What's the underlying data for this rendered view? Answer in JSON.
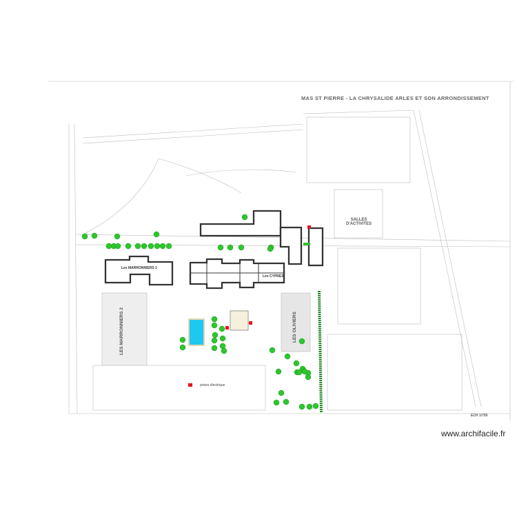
{
  "title": "MAS ST PIERRE  -  LA CHRYSALIDE ARLES ET SON ARRONDISSEMENT",
  "buildings": {
    "marronniers1": "Les MARRONNIERS 1",
    "marronniers2": "LES MARRONNIERS 2",
    "cypres": "Les CYPRES",
    "oliviers": "LES OLIVIERS",
    "salles_line1": "SALLES",
    "salles_line2": "D'ACTIVITES"
  },
  "legend": {
    "label": "prises électrique",
    "swatch_color": "#e8141c"
  },
  "scale": "ECH 1/750",
  "watermark": "www.archifacile.fr",
  "colors": {
    "building_outline": "#333333",
    "tree": "#2fc52f",
    "pool": "#1ec8f0",
    "hedge": "#2a8a2a",
    "outlet": "#e8141c",
    "annex": "#f7f0dc"
  }
}
